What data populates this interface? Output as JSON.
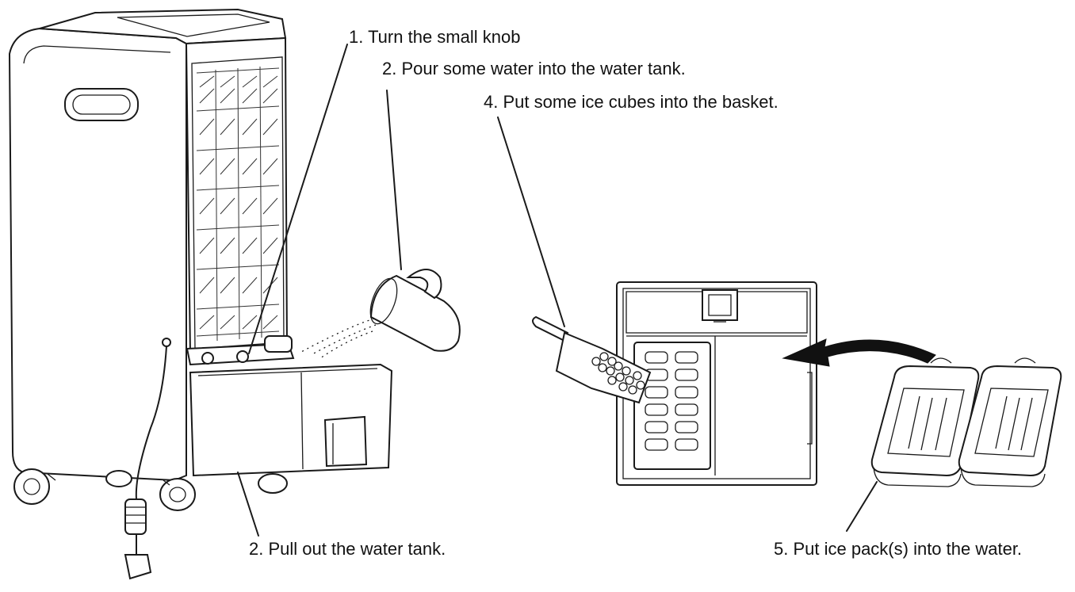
{
  "labels": {
    "step1": "1. Turn the small knob",
    "step2_pour": "2. Pour some water into the water tank.",
    "step4": "4. Put some ice cubes into the basket.",
    "step2_pull": "2. Pull out the water tank.",
    "step5": "5. Put ice pack(s) into the water."
  },
  "colors": {
    "line": "#1a1a1a",
    "background": "#ffffff",
    "arrow": "#111111"
  }
}
